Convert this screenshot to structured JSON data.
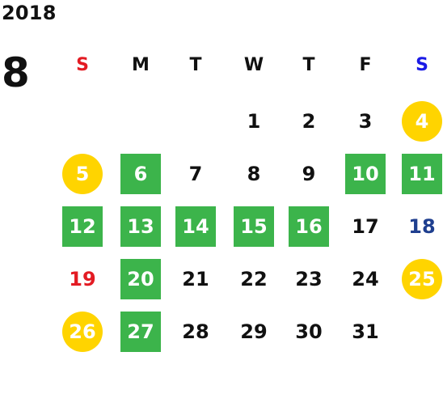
{
  "calendar": {
    "year": "2018",
    "month": "8",
    "days_of_week": [
      "S",
      "M",
      "T",
      "W",
      "T",
      "F",
      "S"
    ],
    "weeks": [
      [
        "",
        "",
        "",
        "1",
        "2",
        "3",
        "4"
      ],
      [
        "5",
        "6",
        "7",
        "8",
        "9",
        "10",
        "11"
      ],
      [
        "12",
        "13",
        "14",
        "15",
        "16",
        "17",
        "18"
      ],
      [
        "19",
        "20",
        "21",
        "22",
        "23",
        "24",
        "25"
      ],
      [
        "26",
        "27",
        "28",
        "29",
        "30",
        "31",
        ""
      ]
    ],
    "highlight_green_days": [
      "6",
      "10",
      "11",
      "12",
      "13",
      "14",
      "15",
      "16",
      "20",
      "27"
    ],
    "highlight_circle_days": [
      "4",
      "5",
      "25",
      "26"
    ],
    "red_text_days": [
      "19"
    ],
    "blue_text_days": [
      "18"
    ],
    "colors": {
      "green": "#3cb44b",
      "circle_yellow": "#ffd400",
      "sunday_red": "#e31b23",
      "saturday_blue": "#1a1ae6",
      "day_blue": "#1f3f8f"
    }
  }
}
